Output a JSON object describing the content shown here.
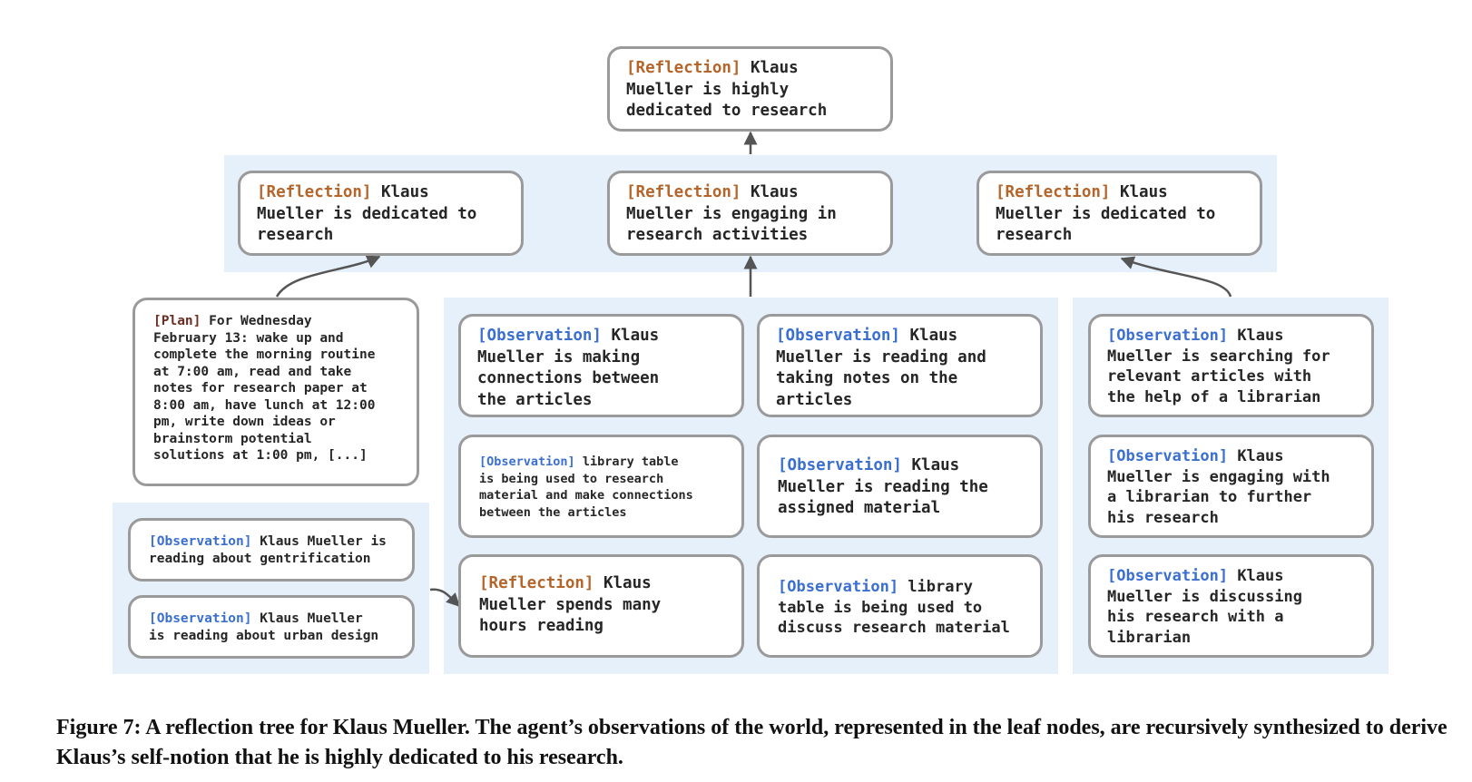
{
  "nodes": {
    "root": {
      "tag": "[Reflection]",
      "text": "Klaus\nMueller is highly\ndedicated to research"
    },
    "mid_left": {
      "tag": "[Reflection]",
      "text": "Klaus\nMueller is dedicated to\nresearch"
    },
    "mid_center": {
      "tag": "[Reflection]",
      "text": "Klaus\nMueller is engaging in\nresearch activities"
    },
    "mid_right": {
      "tag": "[Reflection]",
      "text": "Klaus\nMueller is dedicated to\nresearch"
    },
    "plan": {
      "tag": "[Plan]",
      "text": "For Wednesday\nFebruary 13: wake up and\ncomplete the morning routine\nat 7:00 am, read and take\nnotes for research paper at\n8:00 am, have lunch at 12:00\npm, write down ideas or\nbrainstorm potential\nsolutions at 1:00 pm, [...]"
    },
    "left_obs_1": {
      "tag": "[Observation]",
      "text": "Klaus Mueller is\nreading about gentrification"
    },
    "left_obs_2": {
      "tag": "[Observation]",
      "text": "Klaus Mueller\nis reading about urban design"
    },
    "c_a1": {
      "tag": "[Observation]",
      "text": "Klaus\nMueller is making\nconnections between\nthe articles"
    },
    "c_a2": {
      "tag": "[Observation]",
      "text": "library table\nis being used to research\nmaterial and make connections\nbetween the articles"
    },
    "c_a3": {
      "tag": "[Reflection]",
      "text": "Klaus\nMueller spends many\nhours reading"
    },
    "c_b1": {
      "tag": "[Observation]",
      "text": "Klaus\nMueller is reading and\ntaking notes on the\narticles"
    },
    "c_b2": {
      "tag": "[Observation]",
      "text": "Klaus\nMueller is reading the\nassigned material"
    },
    "c_b3": {
      "tag": "[Observation]",
      "text": "library\ntable is being used to\ndiscuss research material"
    },
    "r_1": {
      "tag": "[Observation]",
      "text": "Klaus\nMueller is searching for\nrelevant articles with\nthe help of a librarian"
    },
    "r_2": {
      "tag": "[Observation]",
      "text": "Klaus\nMueller is engaging with\na librarian to further\nhis research"
    },
    "r_3": {
      "tag": "[Observation]",
      "text": "Klaus\nMueller is discussing\nhis research with a\nlibrarian"
    }
  },
  "caption": "Figure 7: A reflection tree for Klaus Mueller. The agent’s observations of the world, represented in the leaf nodes, are recursively synthesized to derive Klaus’s self-notion that he is highly dedicated to his research."
}
